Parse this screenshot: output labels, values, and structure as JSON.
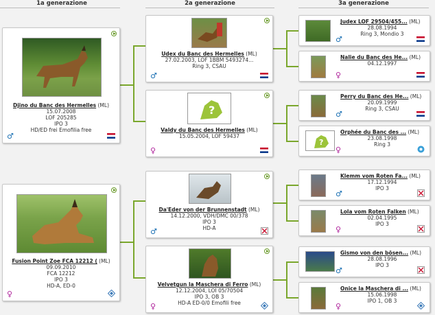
{
  "headers": {
    "gen1": "1a generazione",
    "gen2": "2a generazione",
    "gen3": "3a generazione"
  },
  "dogs": {
    "d1": {
      "name": "Djino du Banc des Hermelles",
      "suffix": " (ML)",
      "lines": [
        "15.07.2008",
        "LOF 205285",
        "IPO 3",
        "HD/ED frei Emofilia free"
      ],
      "sex": "♂",
      "photo": "dog-photo",
      "badge": "flag-fr"
    },
    "d2": {
      "name": "Fusion Point Zoe FCA 12212 (",
      "suffix": " (ML)",
      "lines": [
        "09.09.2010",
        "FCA 12212",
        "IPO 3",
        "HD-A, ED-0"
      ],
      "sex": "♀",
      "photo": "dog-photo",
      "badge": "diamond-badge"
    },
    "s1": {
      "name": "Udex du Banc des Hermelles",
      "suffix": " (ML)",
      "lines": [
        "27.02.2003, LOF 1BBM 5493274...",
        "Ring 3, CSAU"
      ],
      "sex": "♂",
      "photo": "dog-photo",
      "badge": "flag-fr"
    },
    "s2": {
      "name": "Valdy du Banc des Hermelles",
      "suffix": " (ML)",
      "lines": [
        "15.05.2004, LOF 59437"
      ],
      "sex": "♀",
      "photo": "placeholder",
      "badge": "flag-fr"
    },
    "s3": {
      "name": "Da'Eder von der Brunnenstadt",
      "suffix": " (ML)",
      "lines": [
        "14.12.2000, VDH/DMC 00/378",
        "IPO 3",
        "HD-A"
      ],
      "sex": "♂",
      "photo": "dog-photo",
      "badge": "cross-badge"
    },
    "s4": {
      "name": "Velvetgun la Maschera di Ferro",
      "suffix": " (ML)",
      "lines": [
        "12.12.2004, LOI 05/70504",
        "IPO 3, OB 3",
        "HD-A ED-0/0 Emofili free"
      ],
      "sex": "♀",
      "photo": "dog-photo",
      "badge": "diamond-badge"
    },
    "g1": {
      "name": "Judex LOF 29504/455...",
      "suffix": " (ML)",
      "lines": [
        "28.08.1994",
        "Ring 3, Mondio 3"
      ],
      "sex": "♂",
      "photo": "dog-photo",
      "badge": "flag-fr"
    },
    "g2": {
      "name": "Nalie du Banc des He...",
      "suffix": " (ML)",
      "lines": [
        "04.12.1997"
      ],
      "sex": "♀",
      "photo": "dog-photo",
      "badge": "flag-fr"
    },
    "g3": {
      "name": "Perry du Banc des He...",
      "suffix": " (ML)",
      "lines": [
        "20.09.1999",
        "Ring 3, CSAU"
      ],
      "sex": "♂",
      "photo": "dog-photo",
      "badge": "flag-fr"
    },
    "g4": {
      "name": "Orphée du Banc des ...",
      "suffix": " (ML)",
      "lines": [
        "23.08.1998",
        "Ring 3"
      ],
      "sex": "♀",
      "photo": "placeholder",
      "badge": "circle-badge"
    },
    "g5": {
      "name": "Klemm vom Roten Fa...",
      "suffix": " (ML)",
      "lines": [
        "17.12.1994",
        "IPO 3"
      ],
      "sex": "♂",
      "photo": "dog-photo",
      "badge": "cross-badge"
    },
    "g6": {
      "name": "Lola vom Roten Falken",
      "suffix": " (ML)",
      "lines": [
        "02.04.1995",
        "IPO 3"
      ],
      "sex": "♀",
      "photo": "dog-photo",
      "badge": "cross-badge"
    },
    "g7": {
      "name": "Gismo von den bösen...",
      "suffix": " (ML)",
      "lines": [
        "28.08.1996",
        "IPO 3"
      ],
      "sex": "♂",
      "photo": "dog-photo",
      "badge": "cross-badge"
    },
    "g8": {
      "name": "Onice la Maschera di ...",
      "suffix": " (ML)",
      "lines": [
        "15.06.1998",
        "IPO 1, OB 3"
      ],
      "sex": "♀",
      "photo": "dog-photo",
      "badge": "diamond-badge"
    }
  },
  "colors": {
    "connector": "#7aa72c",
    "male": "#1a6fb3",
    "female": "#b0259c",
    "accent": "#6a9a2a"
  }
}
